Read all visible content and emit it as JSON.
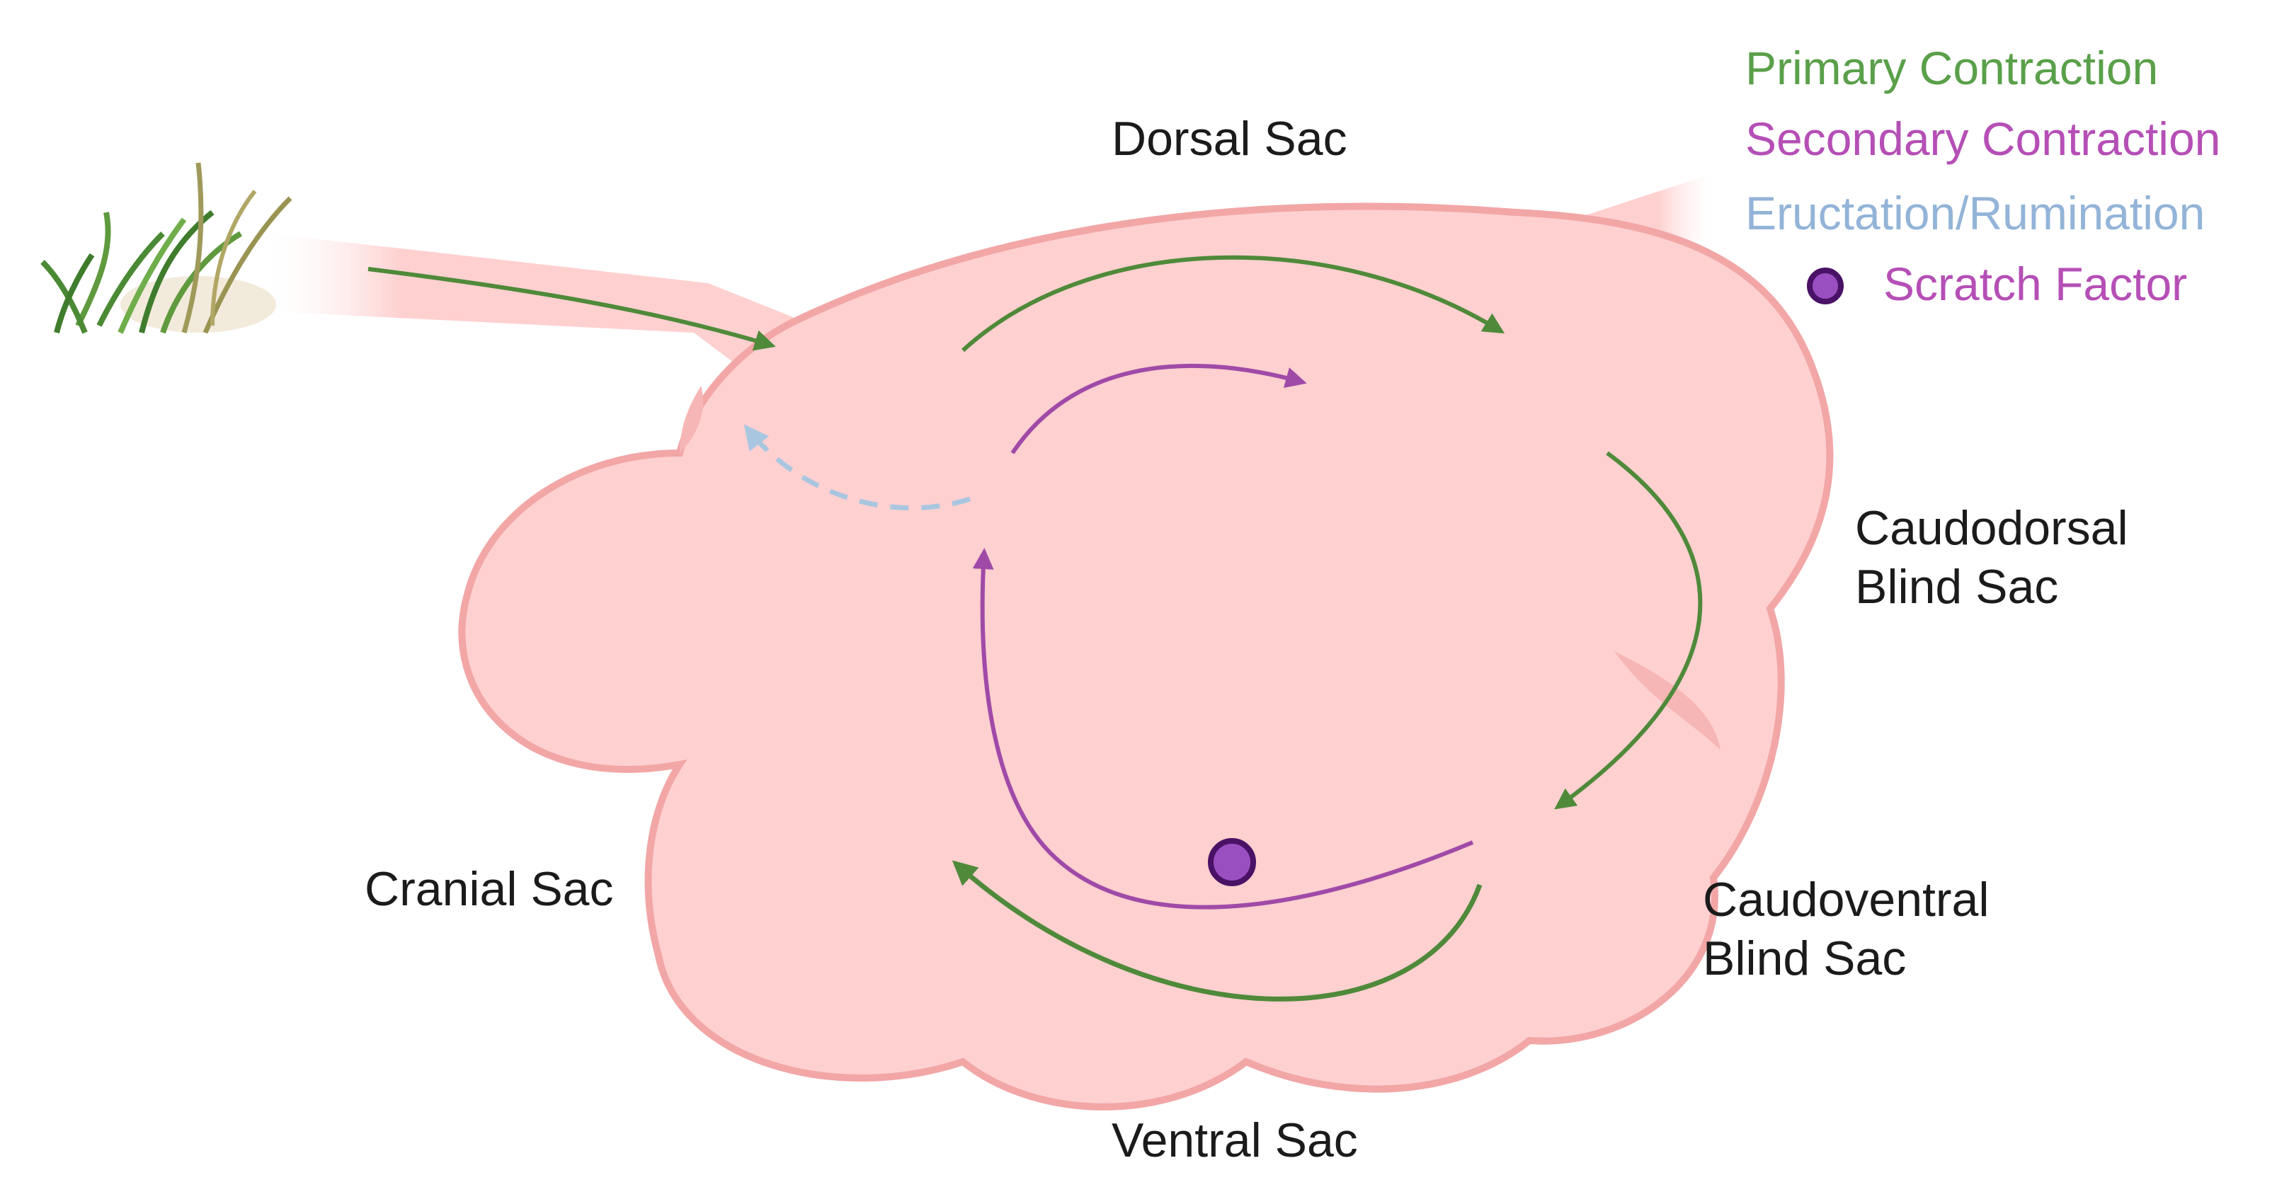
{
  "labels": {
    "dorsal_sac": "Dorsal Sac",
    "caudodorsal_line1": "Caudodorsal",
    "caudodorsal_line2": "Blind Sac",
    "caudoventral_line1": "Caudoventral",
    "caudoventral_line2": "Blind Sac",
    "cranial_sac": "Cranial Sac",
    "ventral_sac": "Ventral Sac"
  },
  "legend": {
    "primary": "Primary Contraction",
    "secondary": "Secondary Contraction",
    "eructation": "Eructation/Rumination",
    "scratch": "Scratch Factor"
  },
  "colors": {
    "primary": "#4f8a3a",
    "primary_text": "#5aa04a",
    "secondary": "#a04aa8",
    "secondary_text": "#b54fb6",
    "eructation": "#a9c6e0",
    "eructation_text": "#93b4d8",
    "scratch_fill": "#9a4fc0",
    "scratch_border": "#4a1266",
    "rumen_fill": "#ffd0d0",
    "rumen_edge": "#f2a6a6"
  },
  "icons": {
    "grass": "grass-icon",
    "scratch": "scratch-factor-dot"
  }
}
